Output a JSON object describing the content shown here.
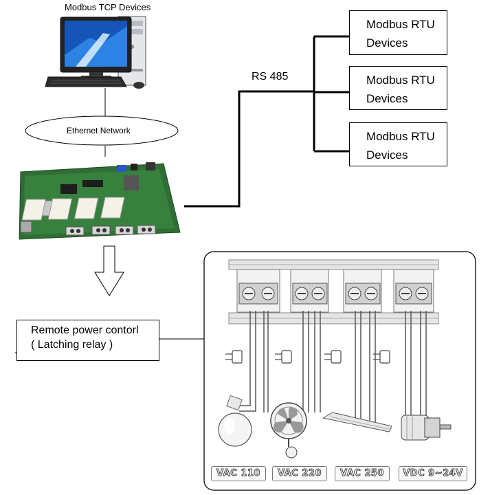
{
  "pc_label": "Modbus TCP Devices",
  "ethernet_label": "Ethernet Network",
  "rs485_label": "RS 485",
  "rtu_devices": [
    {
      "line1": "Modbus RTU",
      "line2": "Devices"
    },
    {
      "line1": "Modbus RTU",
      "line2": "Devices"
    },
    {
      "line1": "Modbus RTU",
      "line2": "Devices"
    }
  ],
  "remote_power": {
    "line1": "Remote power contorl",
    "line2": "( Latching relay )"
  },
  "voltages": [
    "VAC 110",
    "VAC 220",
    "VAC 250",
    "VDC 9~24V"
  ],
  "colors": {
    "pcb_green": "#2f6e35",
    "line": "#000000",
    "panel_border": "#222222"
  }
}
